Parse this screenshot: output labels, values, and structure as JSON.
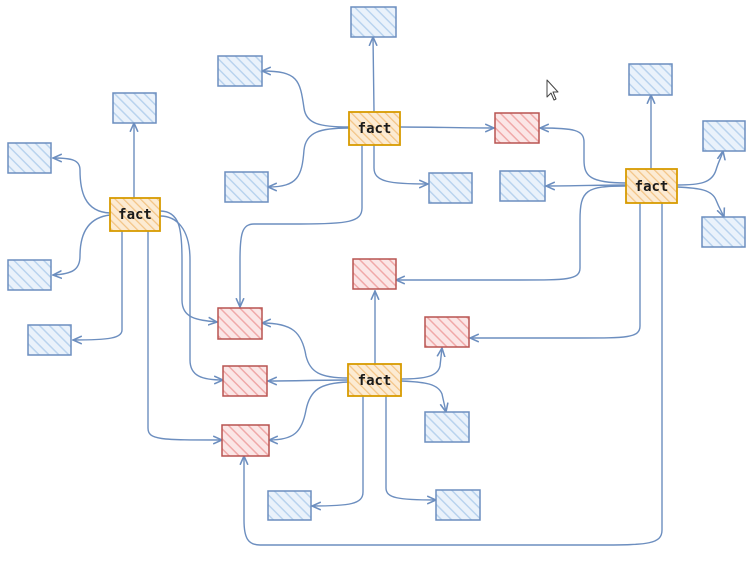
{
  "colors": {
    "edge": "#6c8ebf",
    "fact_fill": "#f6c98a",
    "fact_stroke": "#d79b00",
    "dim_fill": "#cfe2f3",
    "dim_stroke": "#6c8ebf",
    "red_fill": "#f4b6b6",
    "red_stroke": "#b85450",
    "cursor": "#444444"
  },
  "facts": [
    {
      "id": "fact-left",
      "label": "fact"
    },
    {
      "id": "fact-top",
      "label": "fact"
    },
    {
      "id": "fact-right",
      "label": "fact"
    },
    {
      "id": "fact-bottom",
      "label": "fact"
    }
  ],
  "dimensions": [
    "dim-left-top",
    "dim-left-upper",
    "dim-left-mid",
    "dim-left-lower",
    "dim-top-up",
    "dim-top-left-up",
    "dim-top-left-down",
    "dim-top-right-down",
    "dim-right-up",
    "dim-right-side-up",
    "dim-right-side-down",
    "dim-right-left",
    "dim-bottom-right",
    "dim-bottom-down-left",
    "dim-bottom-down-right"
  ],
  "shared_dimensions": [
    "red-top",
    "red-mid",
    "red-bottom-right",
    "red-left-1",
    "red-left-2",
    "red-left-3"
  ],
  "icons": {
    "cursor": "mouse-pointer-icon"
  }
}
